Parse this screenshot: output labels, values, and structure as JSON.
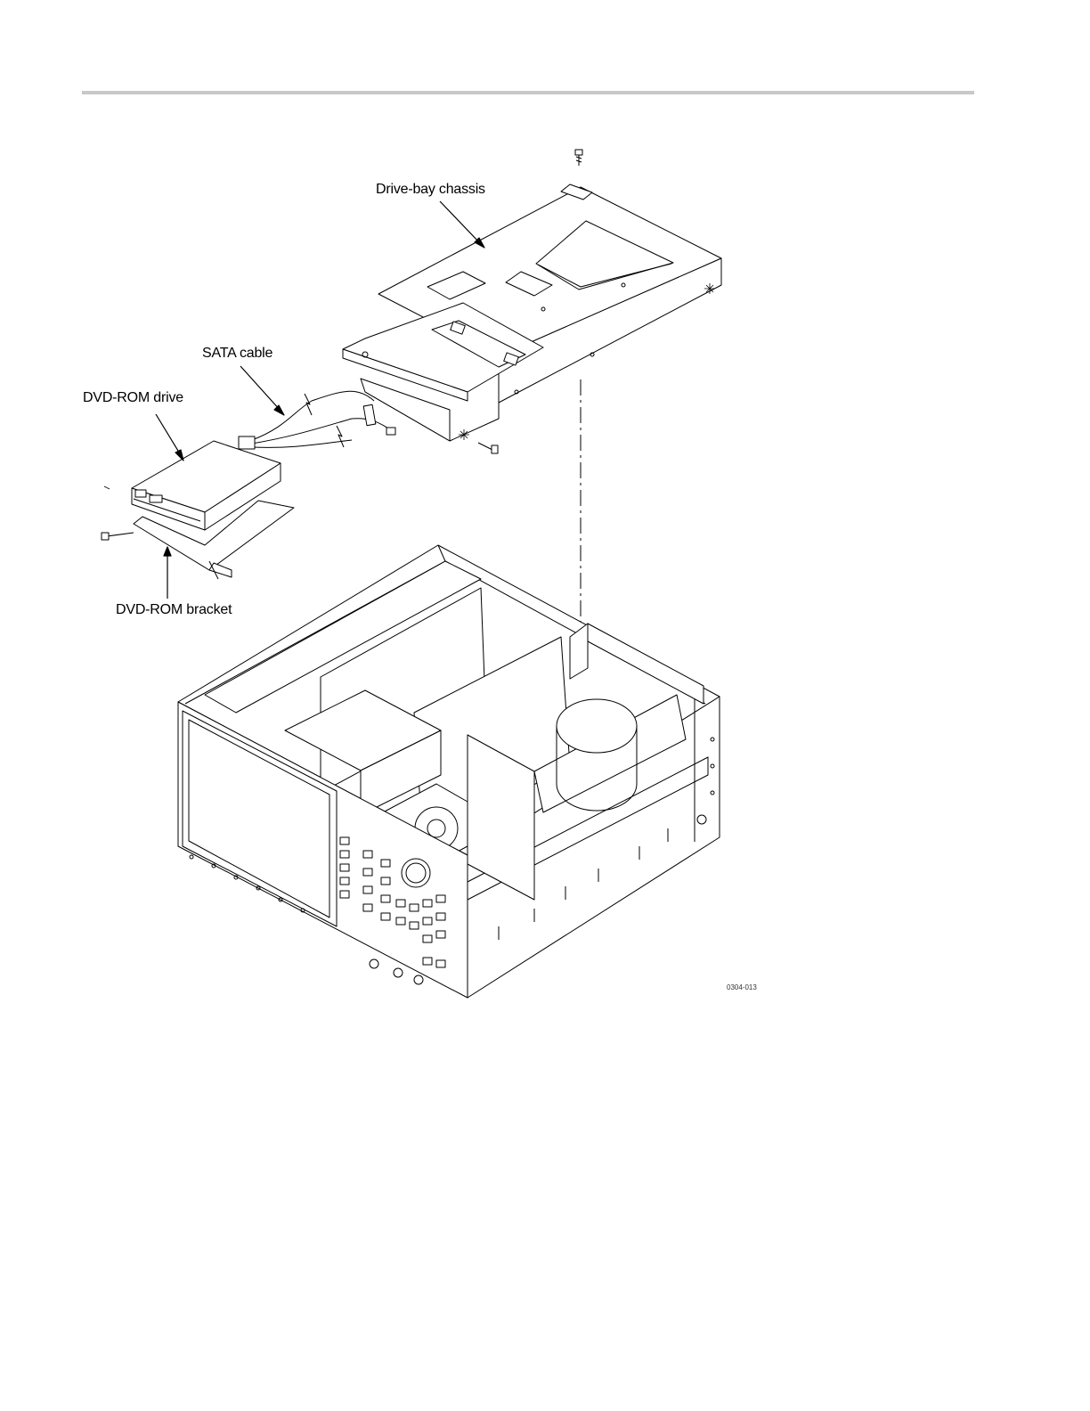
{
  "figure": {
    "callouts": {
      "drive_bay_chassis": "Drive-bay chassis",
      "sata_cable": "SATA cable",
      "dvd_rom_drive": "DVD-ROM drive",
      "dvd_rom_bracket": "DVD-ROM bracket"
    },
    "figure_id": "0304-013"
  }
}
